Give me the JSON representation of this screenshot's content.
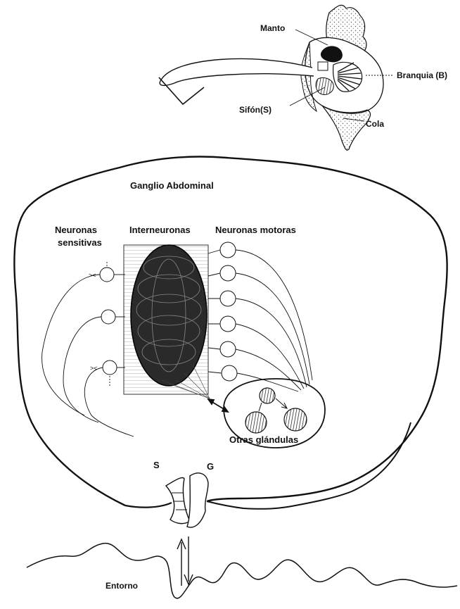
{
  "animal_labels": {
    "manto": "Manto",
    "branquia": "Branquia (B)",
    "sifon": "Sifón(S)",
    "cola": "Cola"
  },
  "ganglion": {
    "title": "Ganglio Abdominal",
    "sensory_label_line1": "Neuronas",
    "sensory_label_line2": "sensitivas",
    "inter_label": "Interneuronas",
    "motor_label": "Neuronas motoras",
    "glands_label": "Otras glándulas"
  },
  "effectors": {
    "s_label": "S",
    "g_label": "G"
  },
  "environment": {
    "label": "Entorno"
  },
  "colors": {
    "ink": "#111111",
    "background": "#ffffff",
    "shading": "#555555"
  }
}
